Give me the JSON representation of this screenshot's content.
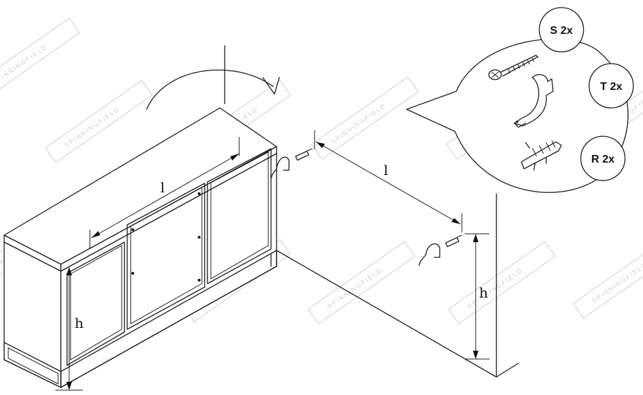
{
  "dimensions": {
    "length_label": "l",
    "height_label": "h"
  },
  "parts": [
    {
      "id": "S",
      "label": "S 2x",
      "part": "screw"
    },
    {
      "id": "T",
      "label": "T 2x",
      "part": "pipe-clamp-bracket"
    },
    {
      "id": "R",
      "label": "R 2x",
      "part": "wall-plug"
    }
  ],
  "watermark": {
    "text": "SPINNINGFIELD",
    "color": "#cfcfcf"
  }
}
